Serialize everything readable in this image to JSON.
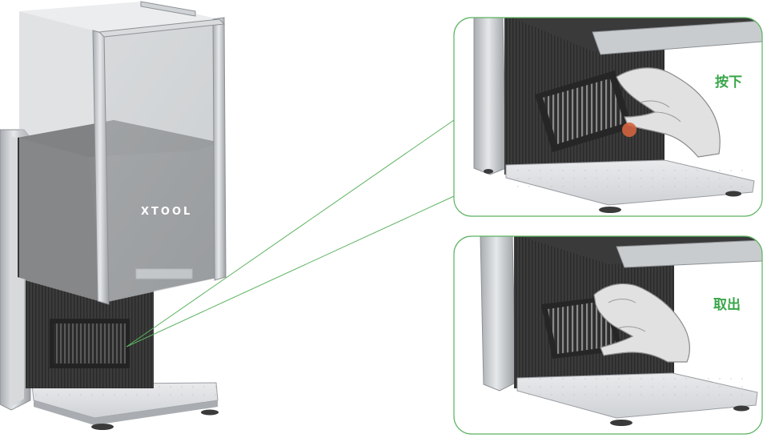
{
  "brand": {
    "logo_text": "XTOOL"
  },
  "steps": [
    {
      "label": "按下"
    },
    {
      "label": "取出"
    }
  ],
  "colors": {
    "callout_green": "#5bb25f",
    "label_green": "#3aa64a",
    "press_point": "#d3643f",
    "housing_dark": "#3a3a3a",
    "frame_silver": "#c8cbce",
    "glass": "#d9dcde"
  }
}
